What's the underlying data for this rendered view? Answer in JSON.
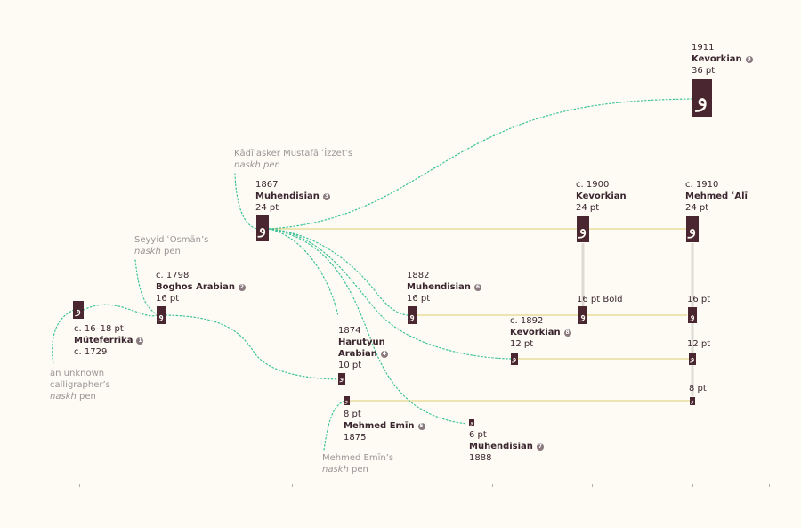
{
  "nodes": {
    "mut": {
      "glyph": "و",
      "size": "c. 16–18 pt",
      "name": "Müteferrika",
      "badge": "1",
      "year": "c. 1729"
    },
    "boghos": {
      "glyph": "و",
      "year": "c. 1798",
      "name": "Boghos Arabian",
      "badge": "2",
      "size": "16 pt"
    },
    "muh1867": {
      "glyph": "و",
      "year": "1867",
      "name": "Muhendisian",
      "badge": "3",
      "size": "24 pt"
    },
    "kev1911": {
      "glyph": "و",
      "year": "1911",
      "name": "Kevorkian",
      "badge": "9",
      "size": "36 pt"
    },
    "kev1900": {
      "glyph": "و",
      "year": "c. 1900",
      "name": "Kevorkian",
      "size": "24 pt",
      "bold_size": "16 pt Bold"
    },
    "ali1910": {
      "glyph": "و",
      "year": "c. 1910",
      "name": "Mehmed ʿĀlī",
      "size": "24 pt",
      "size16": "16 pt",
      "size12": "12 pt",
      "size8": "8 pt"
    },
    "muh1882": {
      "glyph": "و",
      "year": "1882",
      "name": "Muhendisian",
      "badge": "6",
      "size": "16 pt"
    },
    "kev1892": {
      "glyph": "و",
      "year": "c. 1892",
      "name": "Kevorkian",
      "badge": "8",
      "size": "12 pt"
    },
    "harutyun": {
      "glyph": "و",
      "year": "1874",
      "name1": "Harutyun",
      "name2": "Arabian",
      "badge": "4",
      "size": "10 pt"
    },
    "emin": {
      "glyph": "و",
      "size": "8 pt",
      "name": "Mehmed Emīn",
      "badge": "5",
      "year": "1875"
    },
    "muh1888": {
      "glyph": "و",
      "size": "6 pt",
      "name": "Muhendisian",
      "badge": "7",
      "year": "1888"
    }
  },
  "sources": {
    "unknown": {
      "line1": "an unknown",
      "line2": "calligrapher’s",
      "italic": "naskh",
      "rest": " pen"
    },
    "osman": {
      "line1": "Seyyid ʿOsmān’s",
      "italic": "naskh",
      "rest": " pen"
    },
    "kadi": {
      "line1": "Kādīʿasker Mustafā ʿİzzet’s",
      "italic": "naskh pen"
    },
    "emin": {
      "line1": "Mehmed Emīn’s",
      "italic": "naskh",
      "rest": " pen"
    }
  },
  "colors": {
    "glyph_bg": "#4a2630",
    "dotted": "#3cc29a",
    "solid": "#e4d68a",
    "vertical": "#dedbd4",
    "source_text": "#9c9497"
  }
}
